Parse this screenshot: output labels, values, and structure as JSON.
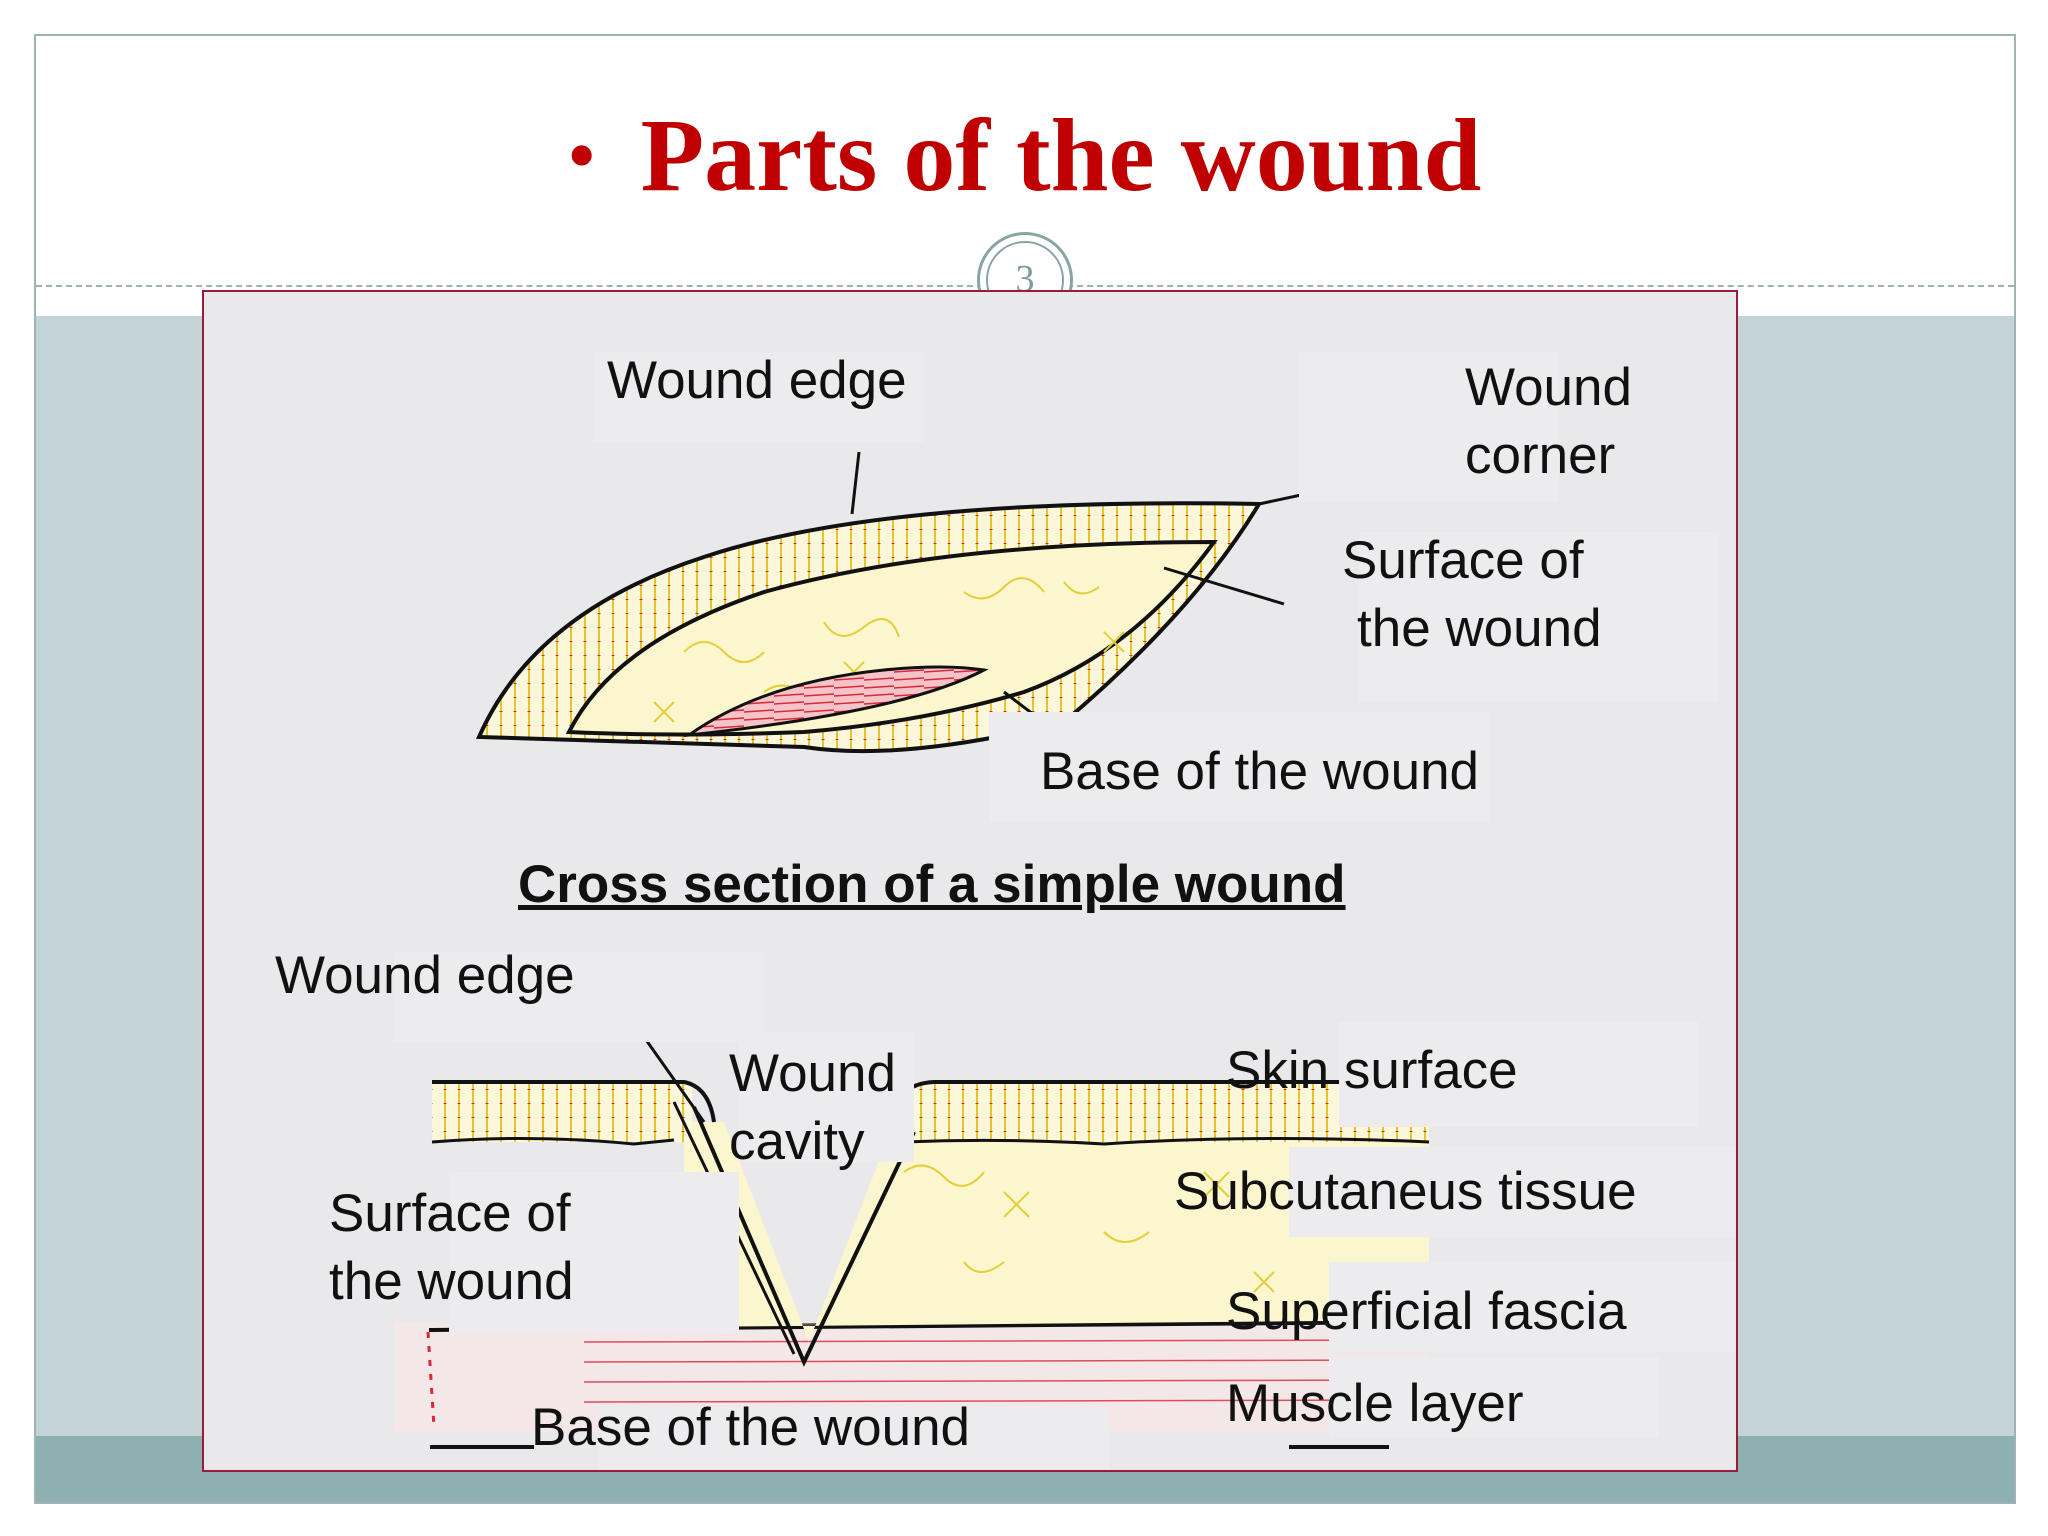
{
  "slide": {
    "title": "Parts of the wound",
    "bullet": "•",
    "page_number": "3"
  },
  "figure": {
    "top_labels": {
      "wound_edge": "Wound edge",
      "wound_corner_line1": "Wound",
      "wound_corner_line2": "corner",
      "surface_line1": "Surface of",
      "surface_line2": "the wound",
      "base": "Base of the wound"
    },
    "cross_section_title": "Cross section of a simple wound",
    "bottom_labels": {
      "wound_edge": "Wound edge",
      "wound_cavity_line1": "Wound",
      "wound_cavity_line2": "cavity",
      "skin_surface": "Skin surface",
      "subcutaneous_tissue": "Subcutaneus tissue",
      "surface_line1": "Surface of",
      "surface_line2": "the wound",
      "superficial_fascia": "Superficial fascia",
      "muscle_layer": "Muscle layer",
      "base": "Base of the wound"
    }
  },
  "colors": {
    "title_red": "#c00000",
    "teal_band": "#c4d3d6",
    "teal_dark": "#8fb0b0",
    "frame_border": "#9a1c3a",
    "skin_fill": "#f7e8a8",
    "fat_fill": "#fbf6cd",
    "muscle_red": "#d8283a"
  }
}
